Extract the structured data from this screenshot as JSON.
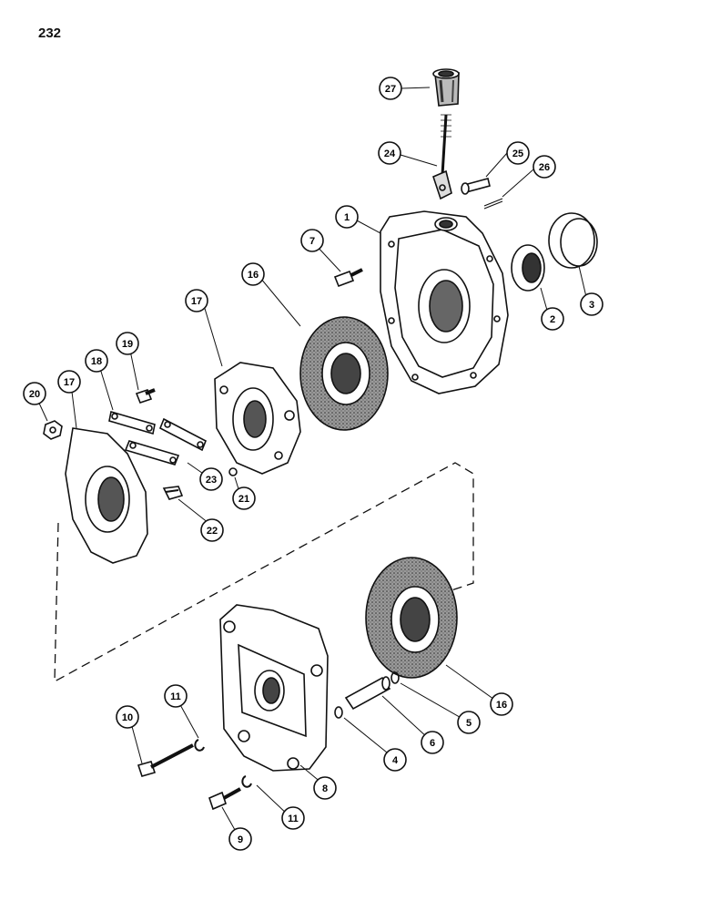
{
  "page": {
    "number": "232"
  },
  "callouts": [
    {
      "id": "c27",
      "label": "27"
    },
    {
      "id": "c24",
      "label": "24"
    },
    {
      "id": "c25",
      "label": "25"
    },
    {
      "id": "c26",
      "label": "26"
    },
    {
      "id": "c1",
      "label": "1"
    },
    {
      "id": "c7",
      "label": "7"
    },
    {
      "id": "c16a",
      "label": "16"
    },
    {
      "id": "c17a",
      "label": "17"
    },
    {
      "id": "c19",
      "label": "19"
    },
    {
      "id": "c18",
      "label": "18"
    },
    {
      "id": "c20",
      "label": "20"
    },
    {
      "id": "c17b",
      "label": "17"
    },
    {
      "id": "c2",
      "label": "2"
    },
    {
      "id": "c3",
      "label": "3"
    },
    {
      "id": "c23",
      "label": "23"
    },
    {
      "id": "c21",
      "label": "21"
    },
    {
      "id": "c22",
      "label": "22"
    },
    {
      "id": "c16b",
      "label": "16"
    },
    {
      "id": "c5",
      "label": "5"
    },
    {
      "id": "c6",
      "label": "6"
    },
    {
      "id": "c4",
      "label": "4"
    },
    {
      "id": "c11a",
      "label": "11"
    },
    {
      "id": "c10",
      "label": "10"
    },
    {
      "id": "c8",
      "label": "8"
    },
    {
      "id": "c11b",
      "label": "11"
    },
    {
      "id": "c9",
      "label": "9"
    }
  ]
}
